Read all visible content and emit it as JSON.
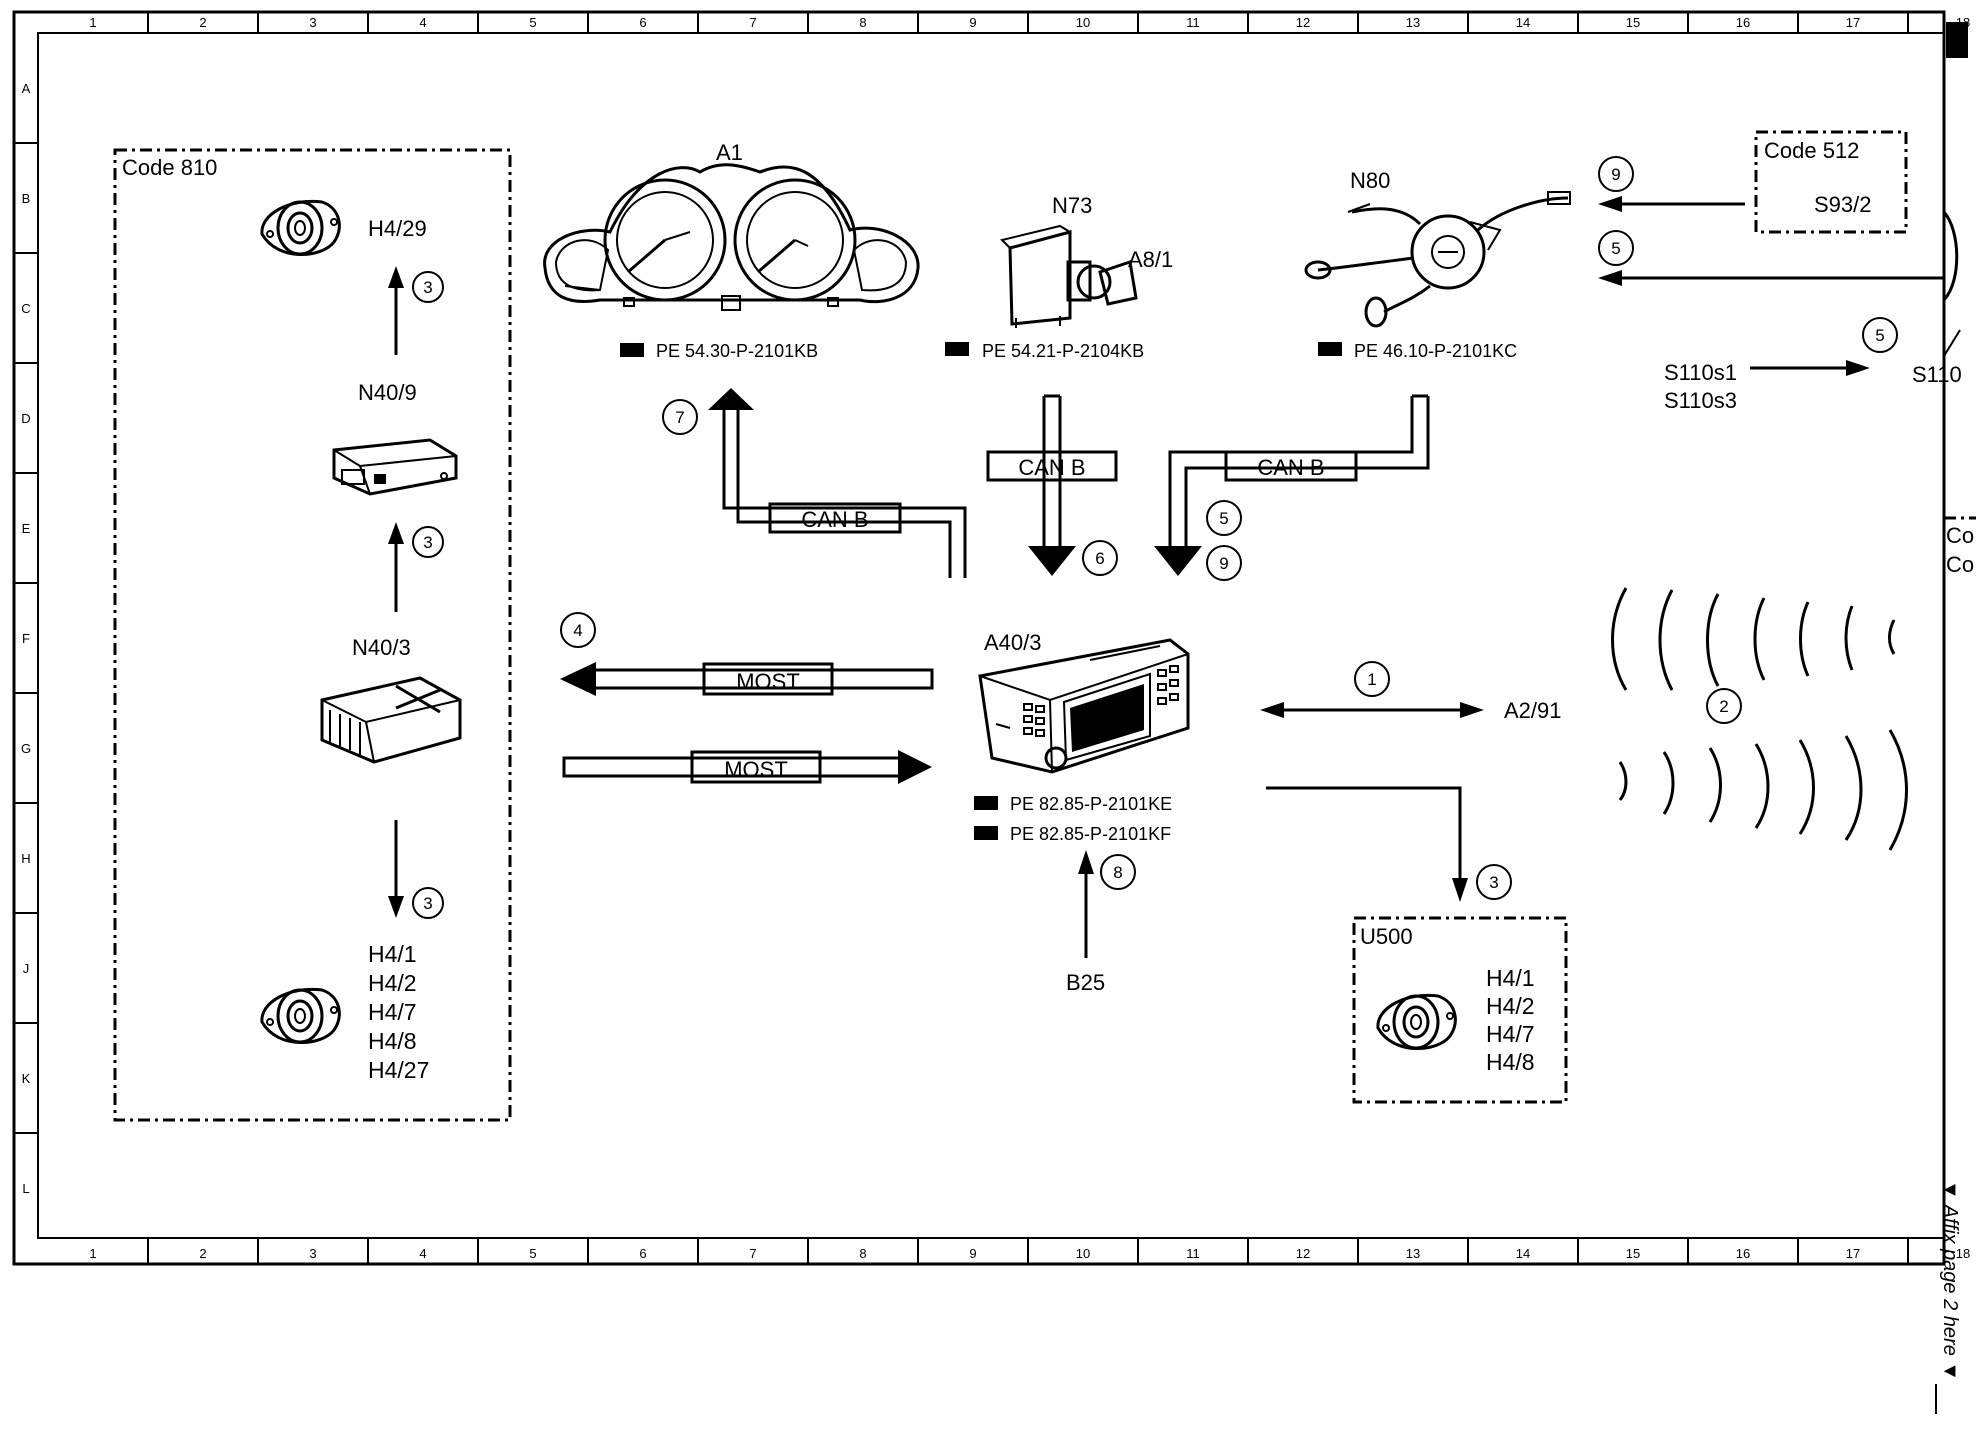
{
  "grid": {
    "columns": [
      "1",
      "2",
      "3",
      "4",
      "5",
      "6",
      "7",
      "8",
      "9",
      "10",
      "11",
      "12",
      "13",
      "14",
      "15",
      "16",
      "17",
      "18"
    ],
    "rows": [
      "A",
      "B",
      "C",
      "D",
      "E",
      "F",
      "G",
      "H",
      "J",
      "K",
      "L"
    ]
  },
  "groups": {
    "code810": "Code 810",
    "code512": "Code 512",
    "u500": "U500",
    "right_edge_top": "Co",
    "right_edge_bottom": "Co"
  },
  "components": {
    "a1": "A1",
    "n73": "N73",
    "a8_1": "A8/1",
    "n80": "N80",
    "s93_2": "S93/2",
    "s110s1": "S110s1",
    "s110s3": "S110s3",
    "s110": "S110",
    "n40_9": "N40/9",
    "n40_3": "N40/3",
    "h4_29": "H4/29",
    "speakers_left": [
      "H4/1",
      "H4/2",
      "H4/7",
      "H4/8",
      "H4/27"
    ],
    "speakers_u500": [
      "H4/1",
      "H4/2",
      "H4/7",
      "H4/8"
    ],
    "a40_3": "A40/3",
    "a2_91": "A2/91",
    "b25": "B25"
  },
  "references": {
    "a1": "PE 54.30-P-2101KB",
    "n73": "PE 54.21-P-2104KB",
    "n80": "PE 46.10-P-2101KC",
    "a40_3_1": "PE 82.85-P-2101KE",
    "a40_3_2": "PE 82.85-P-2101KF"
  },
  "buses": {
    "can_b_1": "CAN B",
    "can_b_2": "CAN B",
    "can_b_3": "CAN B",
    "most_1": "MOST",
    "most_2": "MOST"
  },
  "callouts": {
    "c_h4_29": "3",
    "c_n40_9": "3",
    "c_speakers": "3",
    "c_u500": "3",
    "c_a1": "7",
    "c_n73": "6",
    "c_n80_a": "5",
    "c_n80_b": "9",
    "c_most": "4",
    "c_a2_91": "1",
    "c_wireless": "2",
    "c_b25": "8",
    "c_s93": "9",
    "c_right": "5",
    "c_s110": "5"
  },
  "side_note": "▼ Affix page 2 here ▼"
}
